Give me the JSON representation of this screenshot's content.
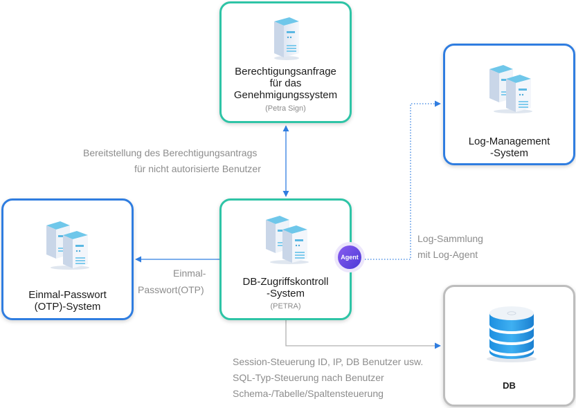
{
  "nodes": {
    "approval": {
      "title": "Berechtigungsanfrage\nfür das\nGenehmigungssystem",
      "subtitle": "(Petra Sign)"
    },
    "log": {
      "title": "Log-Management\n-System"
    },
    "otp": {
      "title": "Einmal-Passwort\n(OTP)-System"
    },
    "dbac": {
      "title": "DB-Zugriffskontroll\n-System",
      "subtitle": "(PETRA)"
    },
    "db": {
      "title": "DB"
    }
  },
  "agent_label": "Agent",
  "labels": {
    "approval_line1": "Bereitstellung des Berechtigungsantrags",
    "approval_line2": "für nicht autorisierte Benutzer",
    "log_line1": "Log-Sammlung",
    "log_line2": "mit Log-Agent",
    "otp_line1": "Einmal-",
    "otp_line2": "Passwort(OTP)",
    "db_line1": "Session-Steuerung ID, IP, DB Benutzer usw.",
    "db_line2": "SQL-Typ-Steuerung nach Benutzer",
    "db_line3": "Schema-/Tabelle/Spaltensteuerung"
  },
  "colors": {
    "teal": "#2ec4a6",
    "blue": "#2f7de0",
    "gray": "#bdbdbd",
    "connector": "#2f7de0"
  },
  "icons": [
    "server-icon",
    "server-pair-icon",
    "database-icon",
    "agent-badge"
  ]
}
